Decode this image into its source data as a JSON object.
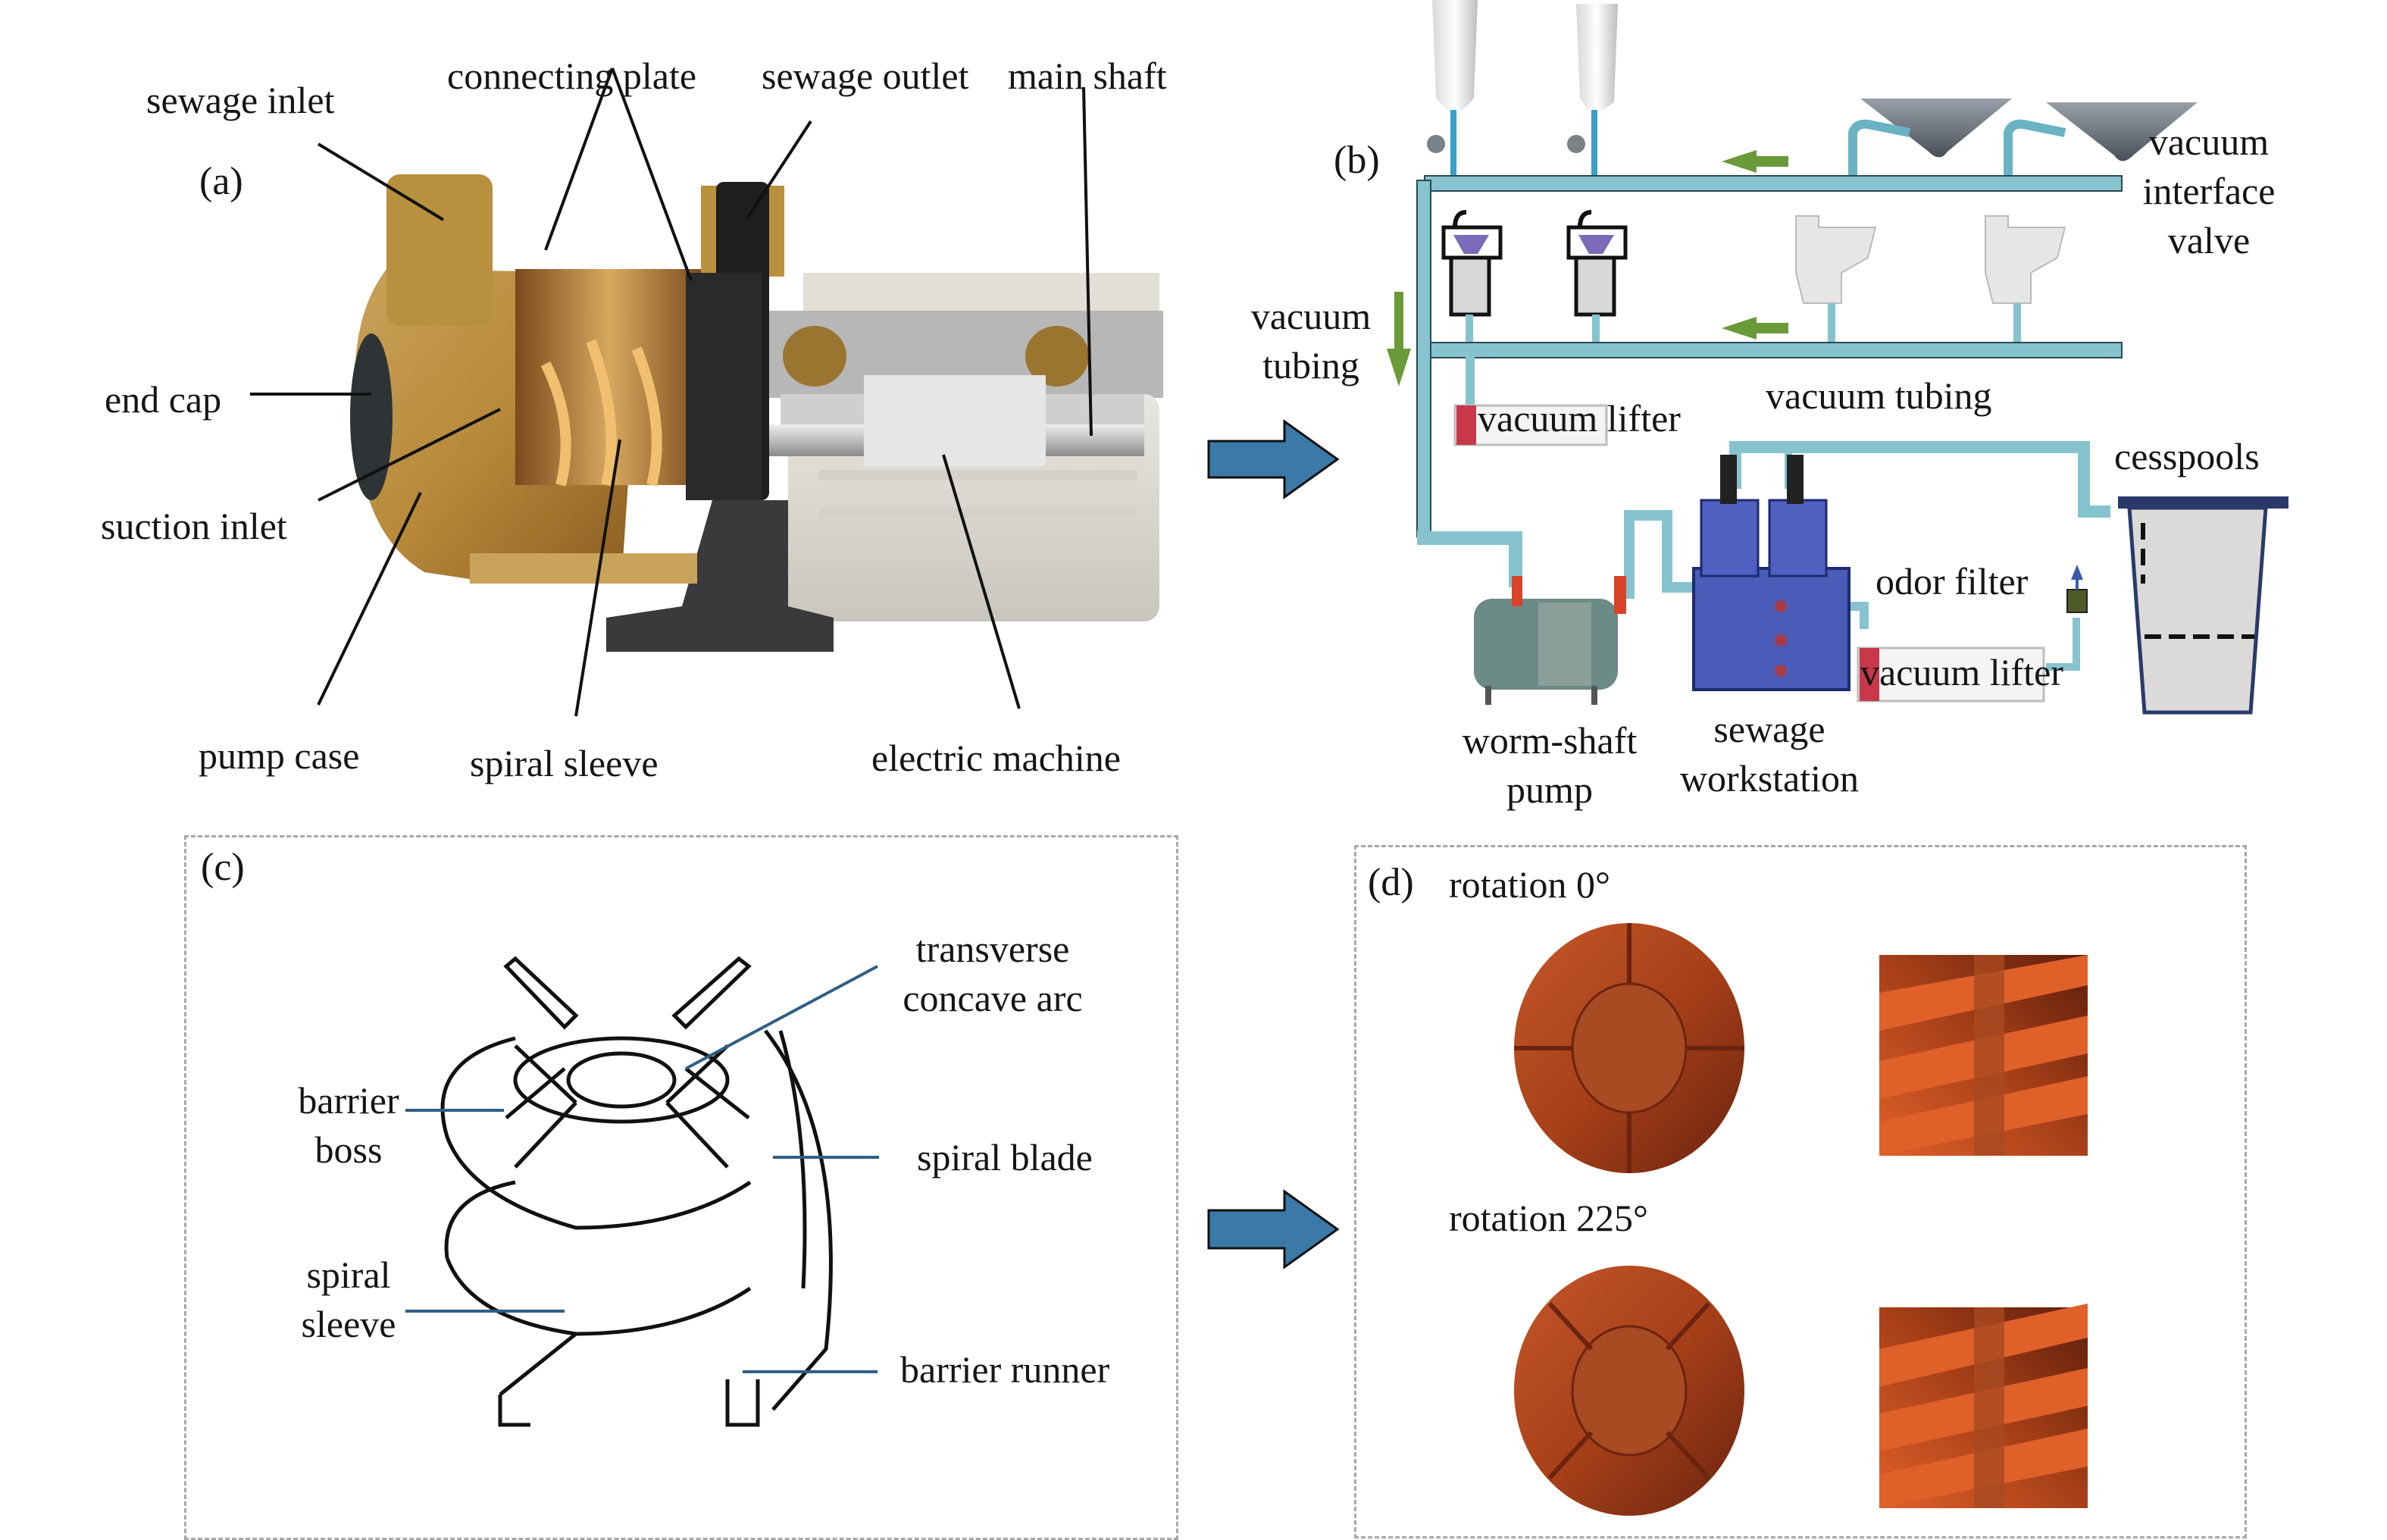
{
  "figure": {
    "panels": {
      "a": {
        "tag": "(a)",
        "labels": {
          "sewage_inlet": "sewage inlet",
          "connecting_plate": "connecting plate",
          "sewage_outlet": "sewage outlet",
          "main_shaft": "main shaft",
          "end_cap": "end cap",
          "suction_inlet": "suction inlet",
          "pump_case": "pump case",
          "spiral_sleeve": "spiral sleeve",
          "electric_machine": "electric machine"
        }
      },
      "b": {
        "tag": "(b)",
        "labels": {
          "vacuum_interface_valve": [
            "vacuum",
            "interface",
            "valve"
          ],
          "vacuum_tubing_vertical": [
            "vacuum",
            "tubing"
          ],
          "vacuum_tubing": "vacuum tubing",
          "vacuum_lifter_top": "vacuum lifter",
          "cesspools": "cesspools",
          "odor_filter": "odor filter",
          "vacuum_lifter_bottom": "vacuum lifter",
          "worm_shaft_pump": [
            "worm-shaft",
            "pump"
          ],
          "sewage_workstation": [
            "sewage",
            "workstation"
          ]
        }
      },
      "c": {
        "tag": "(c)",
        "labels": {
          "transverse_concave_arc": [
            "transverse",
            "concave arc"
          ],
          "barrier_boss": [
            "barrier",
            "boss"
          ],
          "spiral_blade": "spiral blade",
          "spiral_sleeve": [
            "spiral",
            "sleeve"
          ],
          "barrier_runner": "barrier runner"
        }
      },
      "d": {
        "tag": "(d)",
        "rotation_0": "rotation 0°",
        "rotation_225": "rotation 225°"
      }
    },
    "colors": {
      "flow_arrow": "#3a79a8",
      "direction_arrow": "#6a9a3a",
      "pipe": "#86c3cf",
      "brass": "#b8893a",
      "copper": "#b5481c",
      "workstation": "#4a5bb8",
      "lifter_red": "#c8384a",
      "leader_blue": "#2f5f86"
    }
  }
}
